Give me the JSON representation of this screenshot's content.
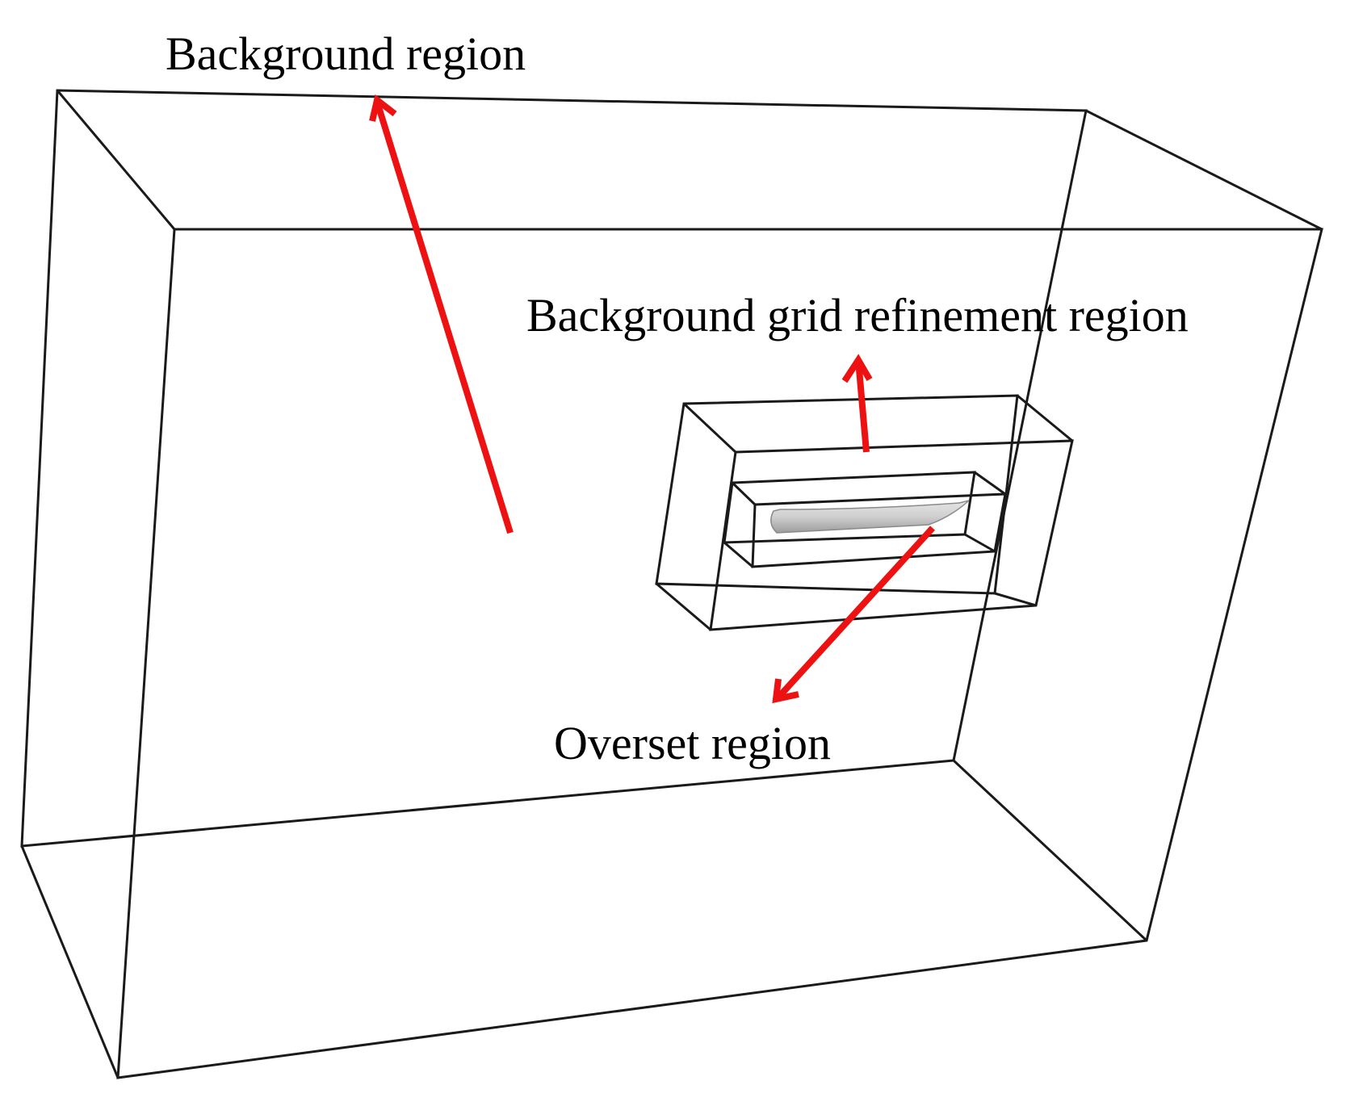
{
  "labels": {
    "background_region": "Background region",
    "refinement_region": "Background grid refinement region",
    "overset_region": "Overset region"
  },
  "colors": {
    "arrow": "#ee1111",
    "edge": "#1a1a1a",
    "hull": "#c8c8c8"
  }
}
